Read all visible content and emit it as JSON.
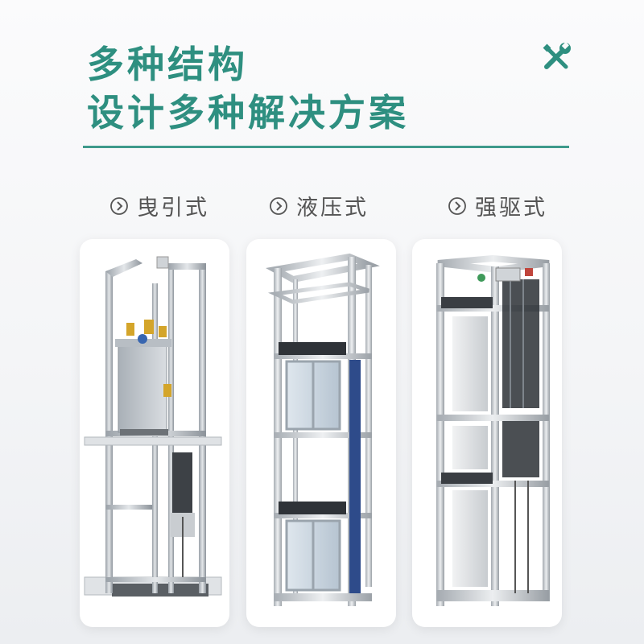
{
  "title": {
    "line1": "多种结构",
    "line2": "设计多种解决方案"
  },
  "icons": {
    "tools": "wrench-screwdriver-icon",
    "label_marker": "circled-arrow-right-icon"
  },
  "colors": {
    "accent": "#2e8f80",
    "divider": "#3e9a8b",
    "label_text": "#555555"
  },
  "types": [
    {
      "label": "曳引式"
    },
    {
      "label": "液压式"
    },
    {
      "label": "强驱式"
    }
  ]
}
